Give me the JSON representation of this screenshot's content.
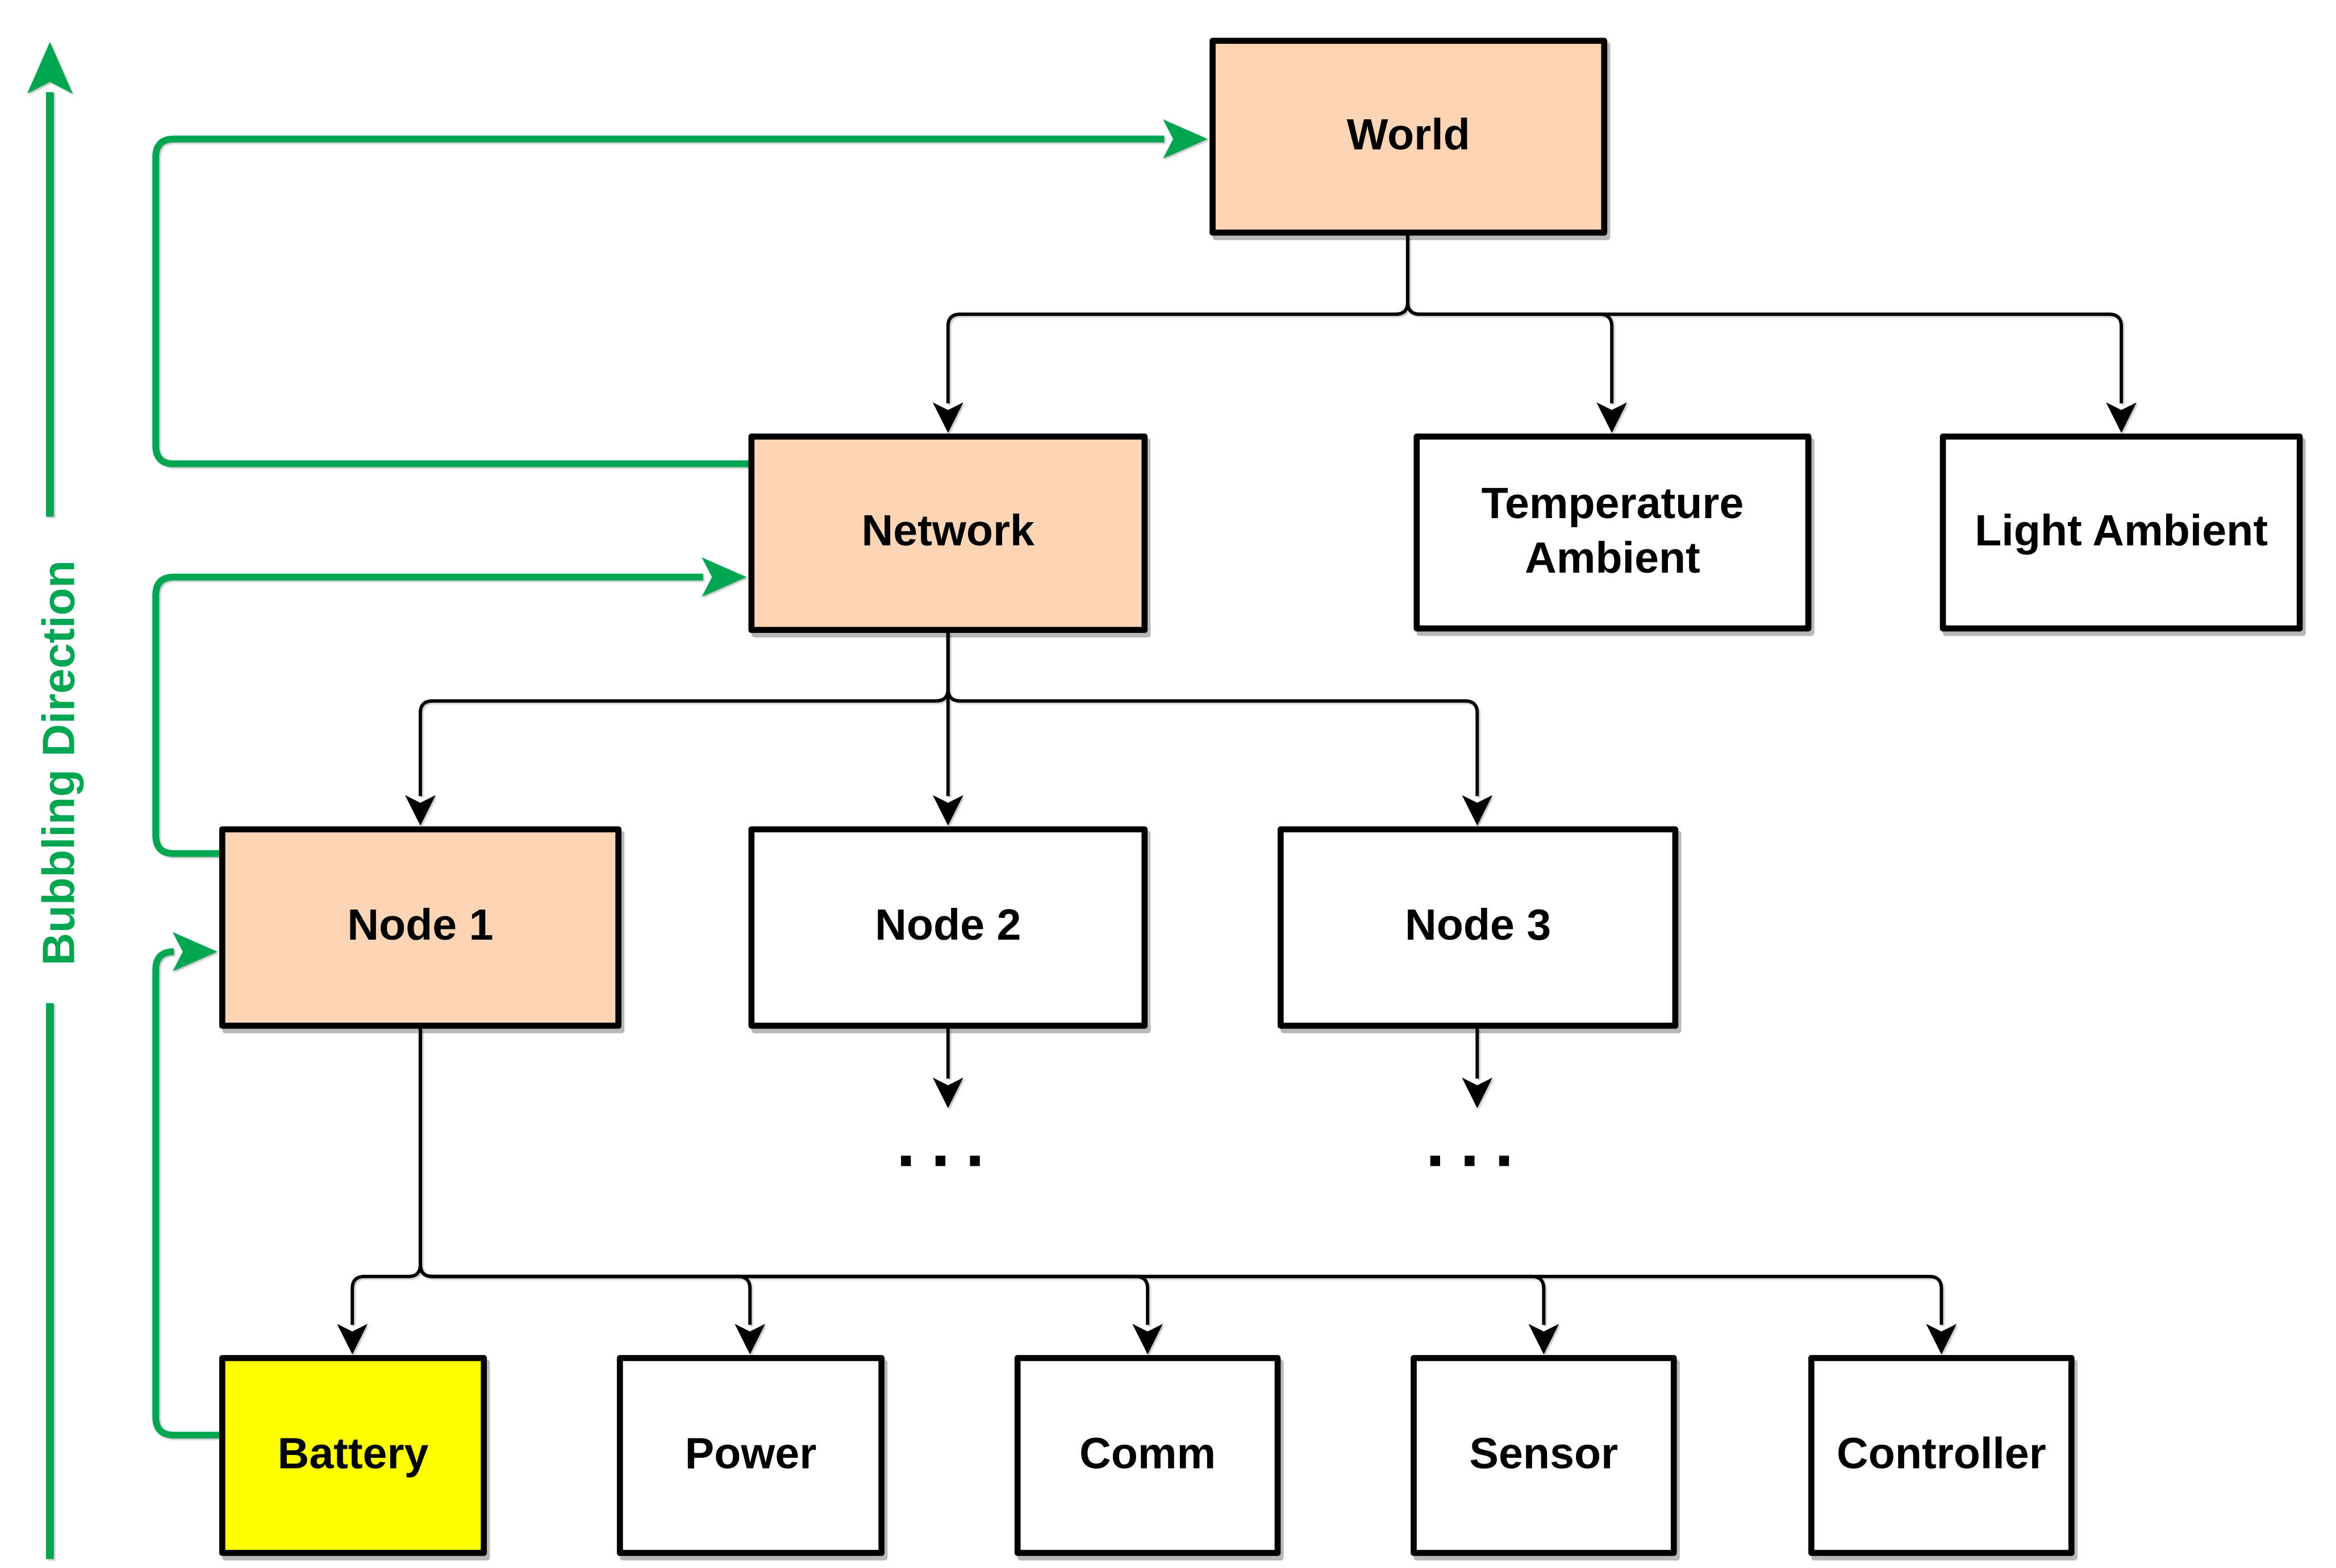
{
  "diagram": {
    "bubbling": {
      "label": "Bubbling Direction",
      "color": "#00A651"
    },
    "ellipsis": "...",
    "colors": {
      "bubbling_chain_fill": "#FBD5B5",
      "event_origin_fill": "#FFFF00",
      "default_fill": "#FFFFFF",
      "wire_black": "#000000",
      "bubbling_green": "#00A651"
    },
    "nodes": {
      "world": {
        "label": "World"
      },
      "network": {
        "label": "Network"
      },
      "temperature_ambient": {
        "label": "Temperature Ambient"
      },
      "light_ambient": {
        "label": "Light Ambient"
      },
      "node1": {
        "label": "Node 1"
      },
      "node2": {
        "label": "Node 2"
      },
      "node3": {
        "label": "Node 3"
      },
      "battery": {
        "label": "Battery"
      },
      "power": {
        "label": "Power"
      },
      "comm": {
        "label": "Comm"
      },
      "sensor": {
        "label": "Sensor"
      },
      "controller": {
        "label": "Controller"
      }
    }
  }
}
